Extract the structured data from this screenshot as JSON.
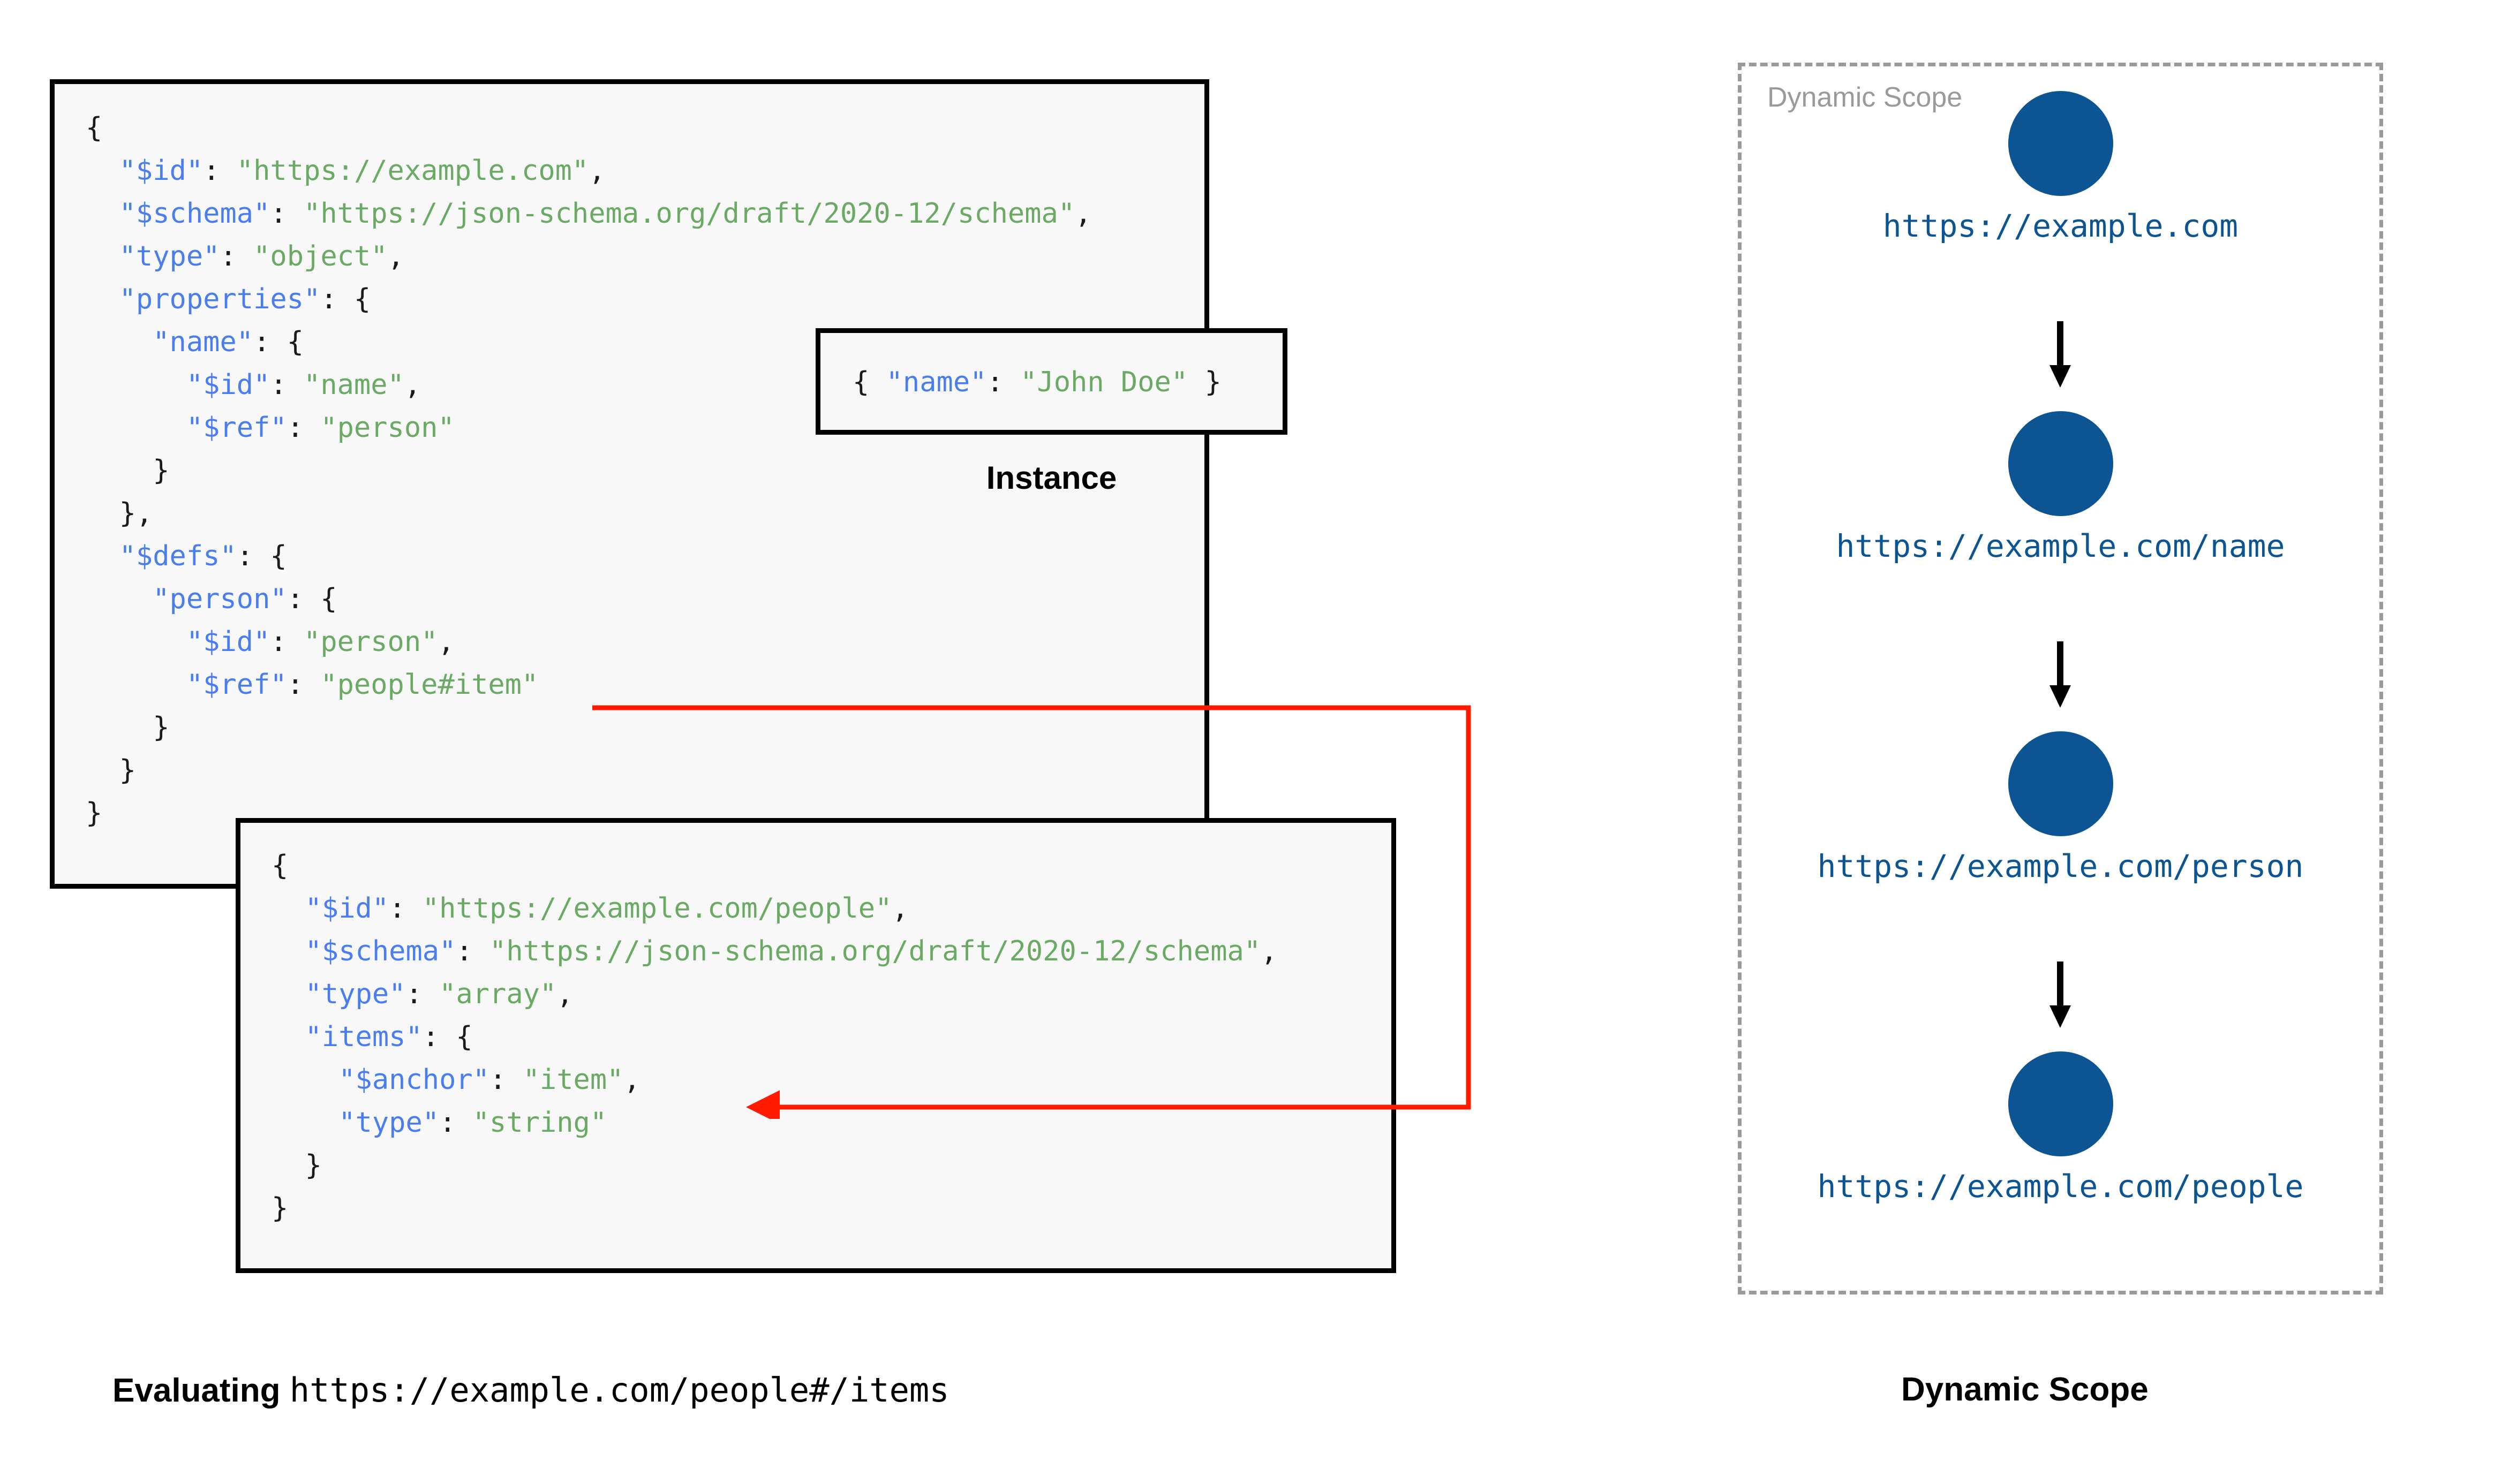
{
  "schema_box": {
    "title": "root-schema",
    "lines": [
      [
        {
          "t": "{",
          "c": "p"
        }
      ],
      [
        {
          "t": "  ",
          "c": "p"
        },
        {
          "t": "\"$id\"",
          "c": "k"
        },
        {
          "t": ": ",
          "c": "p"
        },
        {
          "t": "\"https://example.com\"",
          "c": "s"
        },
        {
          "t": ",",
          "c": "p"
        }
      ],
      [
        {
          "t": "  ",
          "c": "p"
        },
        {
          "t": "\"$schema\"",
          "c": "k"
        },
        {
          "t": ": ",
          "c": "p"
        },
        {
          "t": "\"https://json-schema.org/draft/2020-12/schema\"",
          "c": "s"
        },
        {
          "t": ",",
          "c": "p"
        }
      ],
      [
        {
          "t": "  ",
          "c": "p"
        },
        {
          "t": "\"type\"",
          "c": "k"
        },
        {
          "t": ": ",
          "c": "p"
        },
        {
          "t": "\"object\"",
          "c": "s"
        },
        {
          "t": ",",
          "c": "p"
        }
      ],
      [
        {
          "t": "  ",
          "c": "p"
        },
        {
          "t": "\"properties\"",
          "c": "k"
        },
        {
          "t": ": {",
          "c": "p"
        }
      ],
      [
        {
          "t": "    ",
          "c": "p"
        },
        {
          "t": "\"name\"",
          "c": "k"
        },
        {
          "t": ": {",
          "c": "p"
        }
      ],
      [
        {
          "t": "      ",
          "c": "p"
        },
        {
          "t": "\"$id\"",
          "c": "k"
        },
        {
          "t": ": ",
          "c": "p"
        },
        {
          "t": "\"name\"",
          "c": "s"
        },
        {
          "t": ",",
          "c": "p"
        }
      ],
      [
        {
          "t": "      ",
          "c": "p"
        },
        {
          "t": "\"$ref\"",
          "c": "k"
        },
        {
          "t": ": ",
          "c": "p"
        },
        {
          "t": "\"person\"",
          "c": "s"
        }
      ],
      [
        {
          "t": "    }",
          "c": "p"
        }
      ],
      [
        {
          "t": "  },",
          "c": "p"
        }
      ],
      [
        {
          "t": "  ",
          "c": "p"
        },
        {
          "t": "\"$defs\"",
          "c": "k"
        },
        {
          "t": ": {",
          "c": "p"
        }
      ],
      [
        {
          "t": "    ",
          "c": "p"
        },
        {
          "t": "\"person\"",
          "c": "k"
        },
        {
          "t": ": {",
          "c": "p"
        }
      ],
      [
        {
          "t": "      ",
          "c": "p"
        },
        {
          "t": "\"$id\"",
          "c": "k"
        },
        {
          "t": ": ",
          "c": "p"
        },
        {
          "t": "\"person\"",
          "c": "s"
        },
        {
          "t": ",",
          "c": "p"
        }
      ],
      [
        {
          "t": "      ",
          "c": "p"
        },
        {
          "t": "\"$ref\"",
          "c": "k"
        },
        {
          "t": ": ",
          "c": "p"
        },
        {
          "t": "\"people#item\"",
          "c": "s"
        }
      ],
      [
        {
          "t": "    }",
          "c": "p"
        }
      ],
      [
        {
          "t": "  }",
          "c": "p"
        }
      ],
      [
        {
          "t": "}",
          "c": "p"
        }
      ]
    ]
  },
  "instance_box": {
    "caption": "Instance",
    "lines": [
      [
        {
          "t": "{ ",
          "c": "p"
        },
        {
          "t": "\"name\"",
          "c": "k"
        },
        {
          "t": ": ",
          "c": "p"
        },
        {
          "t": "\"John Doe\"",
          "c": "s"
        },
        {
          "t": " }",
          "c": "p"
        }
      ]
    ]
  },
  "people_box": {
    "title": "people-schema",
    "lines": [
      [
        {
          "t": "{",
          "c": "p"
        }
      ],
      [
        {
          "t": "  ",
          "c": "p"
        },
        {
          "t": "\"$id\"",
          "c": "k"
        },
        {
          "t": ": ",
          "c": "p"
        },
        {
          "t": "\"https://example.com/people\"",
          "c": "s"
        },
        {
          "t": ",",
          "c": "p"
        }
      ],
      [
        {
          "t": "  ",
          "c": "p"
        },
        {
          "t": "\"$schema\"",
          "c": "k"
        },
        {
          "t": ": ",
          "c": "p"
        },
        {
          "t": "\"https://json-schema.org/draft/2020-12/schema\"",
          "c": "s"
        },
        {
          "t": ",",
          "c": "p"
        }
      ],
      [
        {
          "t": "  ",
          "c": "p"
        },
        {
          "t": "\"type\"",
          "c": "k"
        },
        {
          "t": ": ",
          "c": "p"
        },
        {
          "t": "\"array\"",
          "c": "s"
        },
        {
          "t": ",",
          "c": "p"
        }
      ],
      [
        {
          "t": "  ",
          "c": "p"
        },
        {
          "t": "\"items\"",
          "c": "k"
        },
        {
          "t": ": {",
          "c": "p"
        }
      ],
      [
        {
          "t": "    ",
          "c": "p"
        },
        {
          "t": "\"$anchor\"",
          "c": "k"
        },
        {
          "t": ": ",
          "c": "p"
        },
        {
          "t": "\"item\"",
          "c": "s"
        },
        {
          "t": ",",
          "c": "p"
        }
      ],
      [
        {
          "t": "    ",
          "c": "p"
        },
        {
          "t": "\"type\"",
          "c": "k"
        },
        {
          "t": ": ",
          "c": "p"
        },
        {
          "t": "\"string\"",
          "c": "s"
        }
      ],
      [
        {
          "t": "  }",
          "c": "p"
        }
      ],
      [
        {
          "t": "}",
          "c": "p"
        }
      ]
    ]
  },
  "ref_arrow": {
    "color": "#ff1a00",
    "from_label": "\"people#item\"",
    "to_label": "\"$anchor\": \"item\""
  },
  "captions": {
    "left_bold": "Evaluating",
    "left_mono": "https://example.com/people#/items",
    "right": "Dynamic Scope"
  },
  "dynamic_scope": {
    "label": "Dynamic Scope",
    "node_color": "#0c5592",
    "url_color": "#0c5592",
    "border_color": "#9a9a9a",
    "nodes": [
      {
        "url": "https://example.com"
      },
      {
        "url": "https://example.com/name"
      },
      {
        "url": "https://example.com/person"
      },
      {
        "url": "https://example.com/people"
      }
    ]
  }
}
